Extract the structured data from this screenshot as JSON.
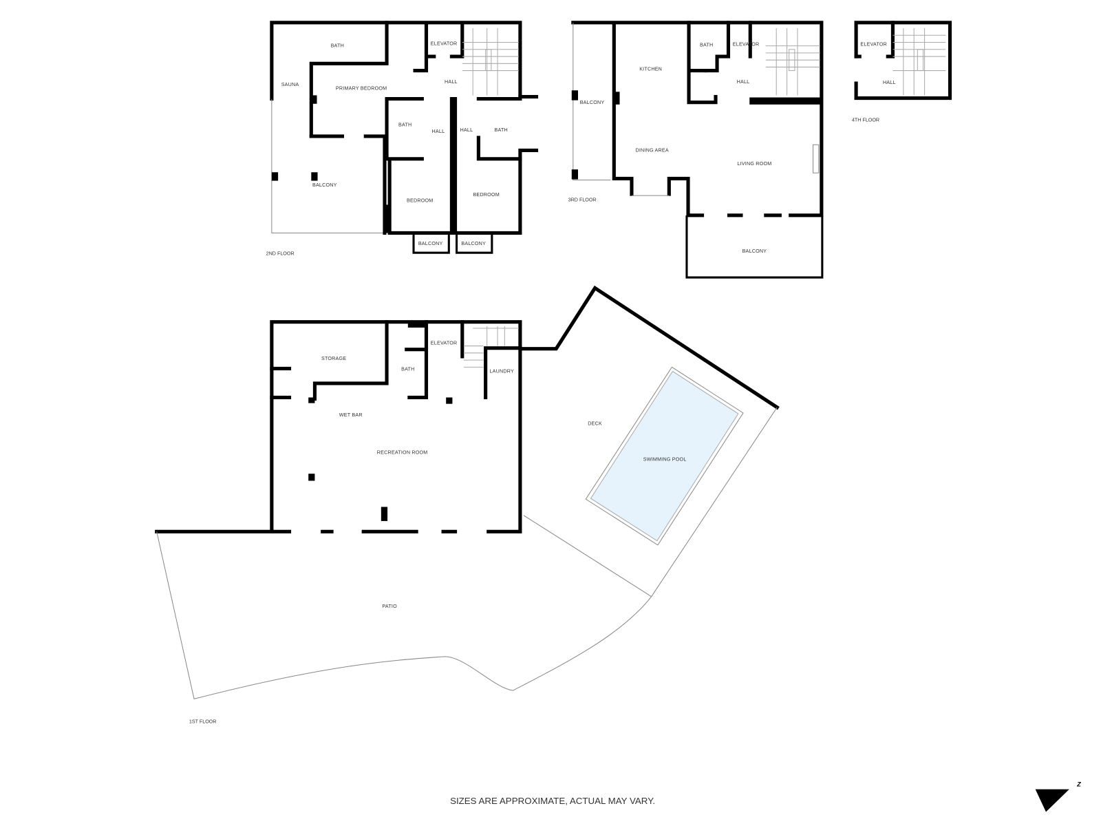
{
  "floors": {
    "second": {
      "name": "2ND FLOOR",
      "rooms": [
        "BATH",
        "SAUNA",
        "PRIMARY BEDROOM",
        "ELEVATOR",
        "HALL",
        "BATH",
        "HALL",
        "HALL",
        "BATH",
        "BALCONY",
        "BEDROOM",
        "BEDROOM",
        "BALCONY",
        "BALCONY"
      ]
    },
    "third": {
      "name": "3RD FLOOR",
      "rooms": [
        "KITCHEN",
        "BATH",
        "ELEVATOR",
        "HALL",
        "BALCONY",
        "DINING AREA",
        "LIVING ROOM",
        "BALCONY"
      ]
    },
    "fourth": {
      "name": "4TH FLOOR",
      "rooms": [
        "ELEVATOR",
        "HALL"
      ]
    },
    "first": {
      "name": "1ST FLOOR",
      "rooms": [
        "STORAGE",
        "BATH",
        "ELEVATOR",
        "LAUNDRY",
        "WET BAR",
        "RECREATION ROOM",
        "DECK",
        "SWIMMING POOL",
        "PATIO"
      ]
    }
  },
  "disclaimer": "SIZES ARE APPROXIMATE, ACTUAL MAY VARY.",
  "compass": {
    "icon": "north-arrow-icon",
    "label": "N"
  },
  "colors": {
    "wall": "#000000",
    "pool": "#e6f3fd"
  }
}
